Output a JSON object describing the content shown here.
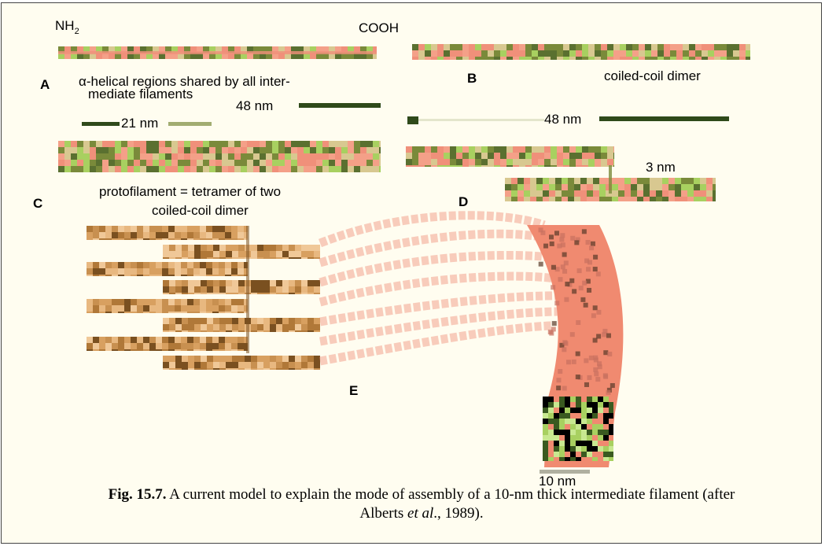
{
  "labels": {
    "nh2_main": "NH",
    "nh2_sub": "2",
    "cooh": "COOH",
    "panel_a": "A",
    "panel_b": "B",
    "panel_c": "C",
    "panel_d": "D",
    "panel_e": "E",
    "helical_line1_prefix": "α",
    "helical_line1": "-helical regions shared by all inter-",
    "helical_line2": "mediate filaments",
    "nm48_a": "48 nm",
    "nm21": "21 nm",
    "coiled_coil_dimer": "coiled-coil dimer",
    "nm48_b": "48 nm",
    "nm3": "3 nm",
    "protofilament_line1": "protofilament = tetramer of two",
    "protofilament_line2": "coiled-coil dimer",
    "nm10": "10 nm"
  },
  "caption": {
    "figure_label": "Fig. 15.7.",
    "text_line1": " A current model to explain the mode of assembly of a 10-nm thick intermediate filament (after",
    "text_line2_pre": "Alberts ",
    "text_line2_em": "et al",
    "text_line2_post": "., 1989)."
  },
  "colors": {
    "background": "#fffdf0",
    "salmon": "#f0907a",
    "dark_green": "#2f4a1a",
    "olive": "#7a8a3a",
    "light_green": "#a8d060",
    "tan": "#d8a060",
    "brown": "#7a5020"
  }
}
